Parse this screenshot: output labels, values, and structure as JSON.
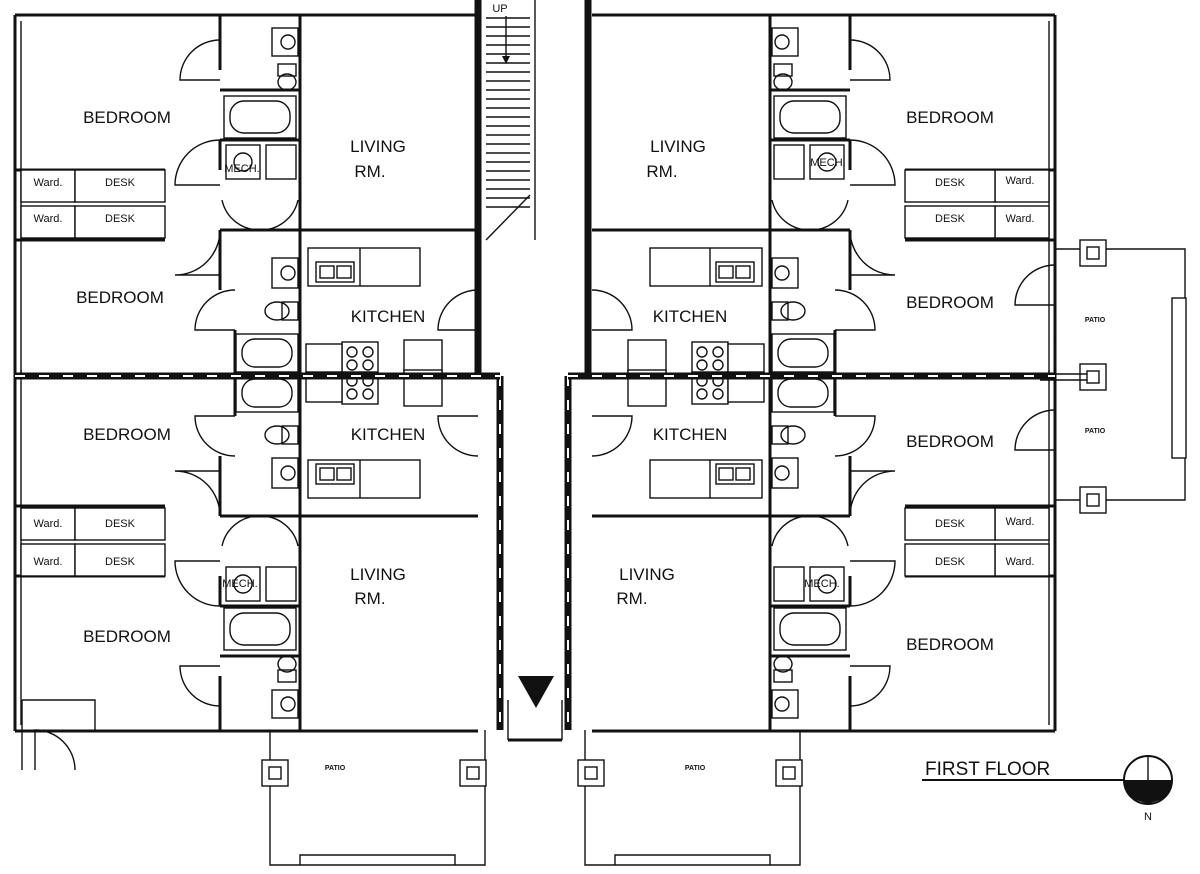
{
  "title": "FIRST FLOOR",
  "north_label": "N",
  "stair_label": "UP",
  "units": {
    "top_left": {
      "bedroom_1": "BEDROOM",
      "bedroom_2": "BEDROOM",
      "living": "LIVING",
      "living_2": "RM.",
      "kitchen": "KITCHEN",
      "ward_1": "Ward.",
      "ward_2": "Ward.",
      "desk_1": "DESK",
      "desk_2": "DESK",
      "mech": "MECH."
    },
    "top_right": {
      "bedroom_1": "BEDROOM",
      "bedroom_2": "BEDROOM",
      "living": "LIVING",
      "living_2": "RM.",
      "kitchen": "KITCHEN",
      "ward_1": "Ward.",
      "ward_2": "Ward.",
      "desk_1": "DESK",
      "desk_2": "DESK",
      "mech": "MECH."
    },
    "bottom_left": {
      "bedroom_1": "BEDROOM",
      "bedroom_2": "BEDROOM",
      "living": "LIVING",
      "living_2": "RM.",
      "kitchen": "KITCHEN",
      "ward_1": "Ward.",
      "ward_2": "Ward.",
      "desk_1": "DESK",
      "desk_2": "DESK",
      "mech": "MECH."
    },
    "bottom_right": {
      "bedroom_1": "BEDROOM",
      "bedroom_2": "BEDROOM",
      "living": "LIVING",
      "living_2": "RM.",
      "kitchen": "KITCHEN",
      "ward_1": "Ward.",
      "ward_2": "Ward.",
      "desk_1": "DESK",
      "desk_2": "DESK",
      "mech": "MECH."
    }
  },
  "patios": [
    "PATIO",
    "PATIO",
    "PATIO",
    "PATIO"
  ]
}
